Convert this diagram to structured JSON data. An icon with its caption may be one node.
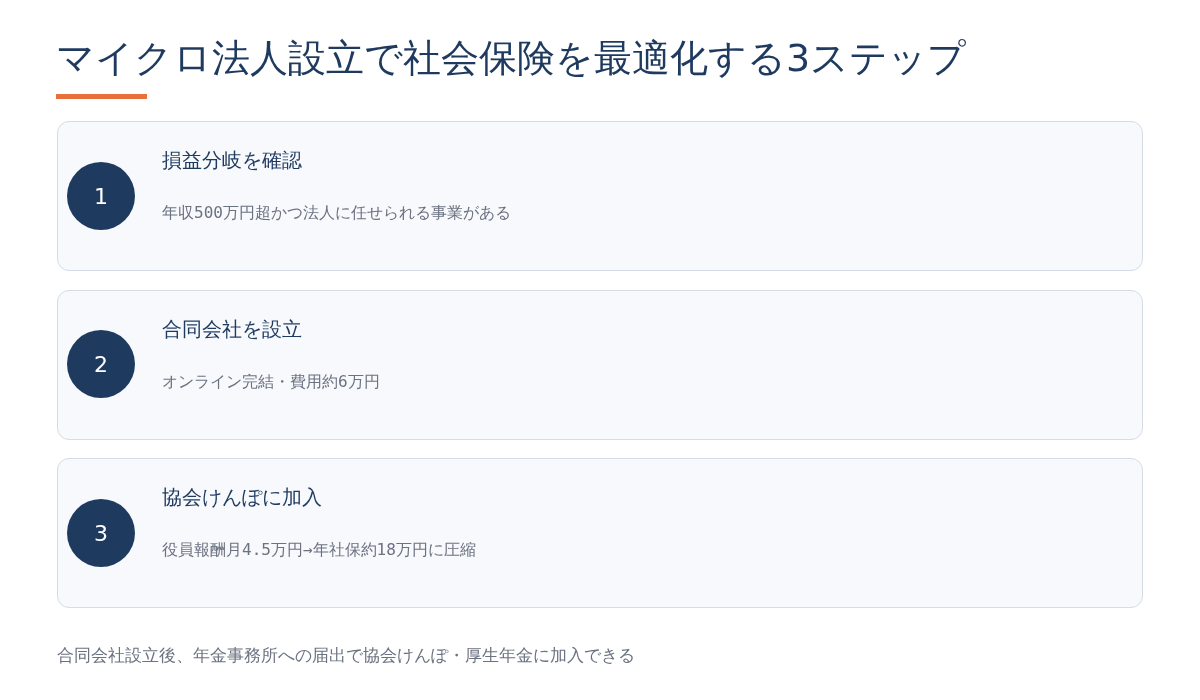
{
  "diagram": {
    "title": "マイクロ法人設立で社会保険を最適化する3ステップ",
    "nodes": [
      {
        "text": [
          "損益分岐を確認",
          "年収500万円超かつ法人に任せられる事業がある"
        ]
      },
      {
        "text": [
          "1"
        ],
        "in": 0
      },
      {
        "text": [
          "合同会社を設立",
          "オンライン完結・費用約6万円"
        ]
      },
      {
        "text": [
          "2"
        ],
        "in": 2
      },
      {
        "text": [
          "協会けんぽに加入",
          "役員報酬月4.5万円→年社保約18万円に圧縮"
        ]
      },
      {
        "text": [
          "3"
        ],
        "in": 4
      }
    ],
    "caption": "合同会社設立後、年金事務所への届出で協会けんぽ・厚生年金に加入できる"
  }
}
